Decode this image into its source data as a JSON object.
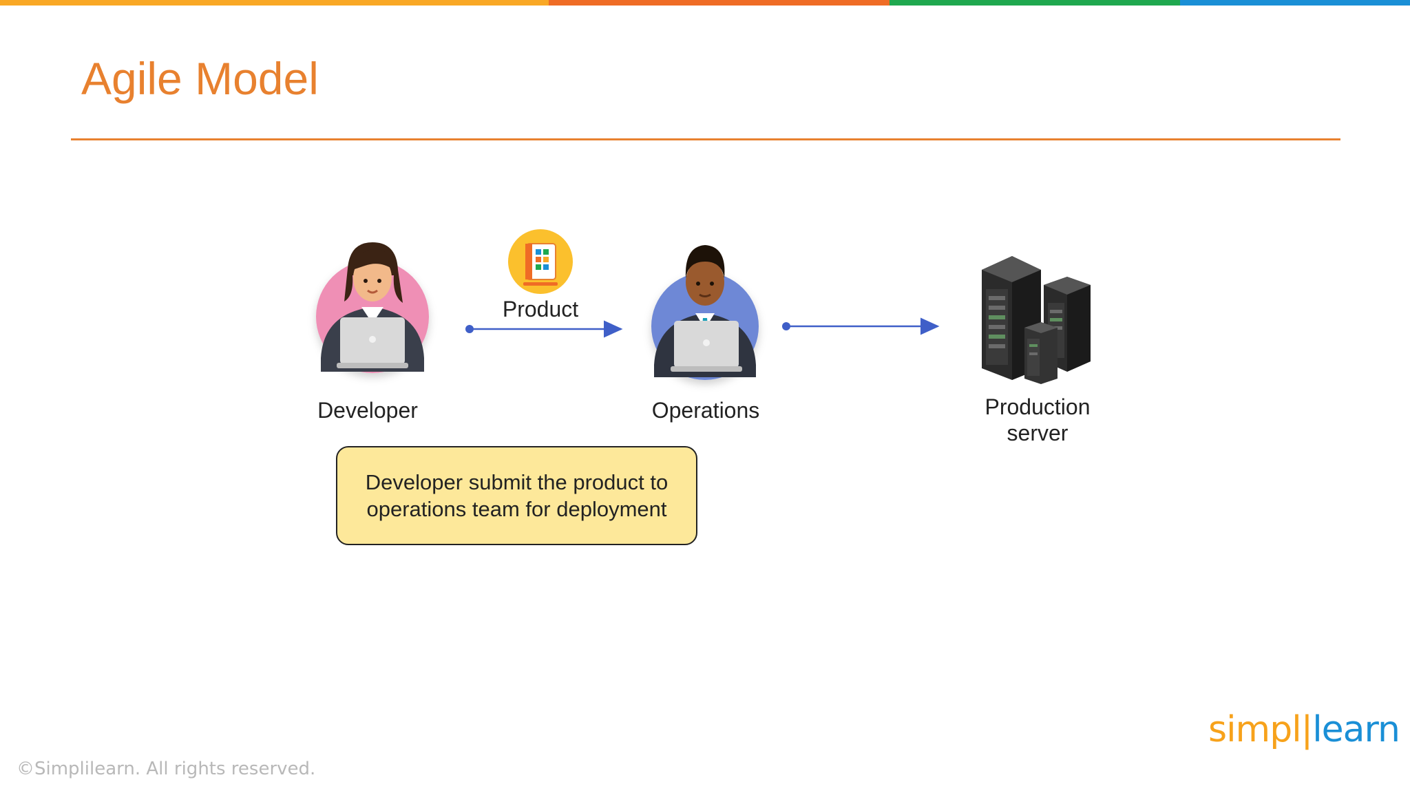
{
  "colors": {
    "bar_1": "#f9a825",
    "bar_2": "#ef6c25",
    "bar_3": "#1fa84f",
    "bar_4": "#1a8fd6",
    "title": "#e8812f",
    "rule": "#e8812f",
    "arrow": "#3f5fc8",
    "caption_fill": "#fde89a",
    "brand_orange": "#f7a21b",
    "brand_blue": "#1a8fd6"
  },
  "slide": {
    "title": "Agile Model"
  },
  "diagram": {
    "nodes": [
      {
        "id": "developer",
        "label": "Developer",
        "icon": "female-developer-icon"
      },
      {
        "id": "operations",
        "label": "Operations",
        "icon": "male-operations-icon"
      },
      {
        "id": "production_server",
        "label_line1": "Production",
        "label_line2": "server",
        "icon": "server-rack-icon"
      }
    ],
    "edges": [
      {
        "from": "developer",
        "to": "operations",
        "label": "Product",
        "icon": "product-tablet-icon"
      },
      {
        "from": "operations",
        "to": "production_server",
        "label": ""
      }
    ],
    "caption": "Developer submit the product to operations team for deployment"
  },
  "footer": {
    "copyright": "©Simplilearn. All rights reserved.",
    "brand_part1": "simpl",
    "brand_part2": "learn"
  }
}
